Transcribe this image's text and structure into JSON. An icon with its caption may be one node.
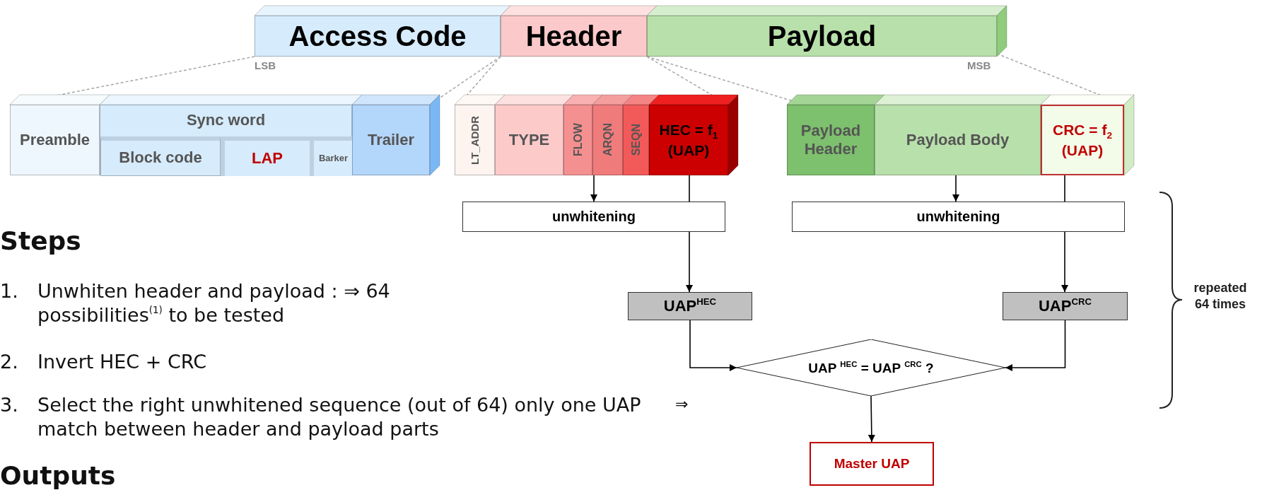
{
  "diagram": {
    "nodes": [
      {
        "text": [
          "Access Code"
        ],
        "beside": [
          "LSB"
        ]
      },
      {
        "text": [
          "Header"
        ]
      },
      {
        "text": [
          "Payload"
        ],
        "beside": [
          "MSB"
        ]
      },
      {
        "text": [
          "Preamble"
        ]
      },
      {
        "text": [
          "Sync word"
        ]
      },
      {
        "text": [
          "Block code"
        ],
        "in": 4
      },
      {
        "text": [
          "LAP"
        ],
        "in": 4
      },
      {
        "text": [
          "Barker"
        ],
        "in": 4
      },
      {
        "text": [
          "Trailer"
        ]
      },
      {
        "text": [
          "LT_ADDR"
        ]
      },
      {
        "text": [
          "TYPE"
        ]
      },
      {
        "text": [
          "FLOW"
        ]
      },
      {
        "text": [
          "ARQN"
        ]
      },
      {
        "text": [
          "SEQN"
        ]
      },
      {
        "text": [
          "HEC = f$_{1}$ (UAP)"
        ]
      },
      {
        "text": [
          "Payload Header"
        ]
      },
      {
        "text": [
          "Payload Body"
        ]
      },
      {
        "text": [
          "CRC = f$_{2}$ (UAP)"
        ]
      },
      {
        "text": [
          "unwhitening"
        ]
      },
      {
        "text": [
          "unwhitening"
        ]
      },
      {
        "text": [
          "UAP$^{HEC}$"
        ]
      },
      {
        "text": [
          "UAP$^{CRC}$"
        ]
      },
      {
        "text": [
          "UAP $^{HEC}$ = UAP $^{CRC}$ ?"
        ]
      },
      {
        "text": [
          "Master UAP"
        ]
      }
    ],
    "edges": [
      {
        "from": 12,
        "to": 18,
        "arrow": "to"
      },
      {
        "from": 14,
        "to": 18,
        "arrow": "none"
      },
      {
        "from": 18,
        "to": 20,
        "arrow": "to"
      },
      {
        "from": 16,
        "to": 19,
        "arrow": "to"
      },
      {
        "from": 17,
        "to": 19,
        "arrow": "none"
      },
      {
        "from": 19,
        "to": 21,
        "arrow": "to"
      },
      {
        "from": 20,
        "to": 22,
        "arrow": "to"
      },
      {
        "from": 21,
        "to": 22,
        "arrow": "to"
      },
      {
        "from": 22,
        "to": 23,
        "arrow": "to"
      },
      {
        "from": 0,
        "to": 3,
        "arrow": "none",
        "style": "dashed",
        "color": "#a6a6a6"
      },
      {
        "from": 0,
        "to": 8,
        "arrow": "none",
        "style": "dashed",
        "color": "#a6a6a6"
      },
      {
        "from": 1,
        "to": 9,
        "arrow": "none",
        "style": "dashed",
        "color": "#a6a6a6"
      },
      {
        "from": 1,
        "to": 14,
        "arrow": "none",
        "style": "dashed",
        "color": "#a6a6a6"
      },
      {
        "from": 2,
        "to": 15,
        "arrow": "none",
        "style": "dashed",
        "color": "#a6a6a6"
      },
      {
        "from": 2,
        "to": 17,
        "arrow": "none",
        "style": "dashed",
        "color": "#a6a6a6"
      }
    ],
    "labels": [
      "Steps",
      "1.",
      "Unwhiten header and payload : ⇒ 64 possibilities$^{(1)}$ to be tested",
      "2.",
      "Invert HEC + CRC",
      "3.",
      "Select the right unwhitened sequence (out of 64) only one UAP match between header and payload parts",
      "⇒",
      "repeated 64 times",
      "Outputs"
    ]
  }
}
